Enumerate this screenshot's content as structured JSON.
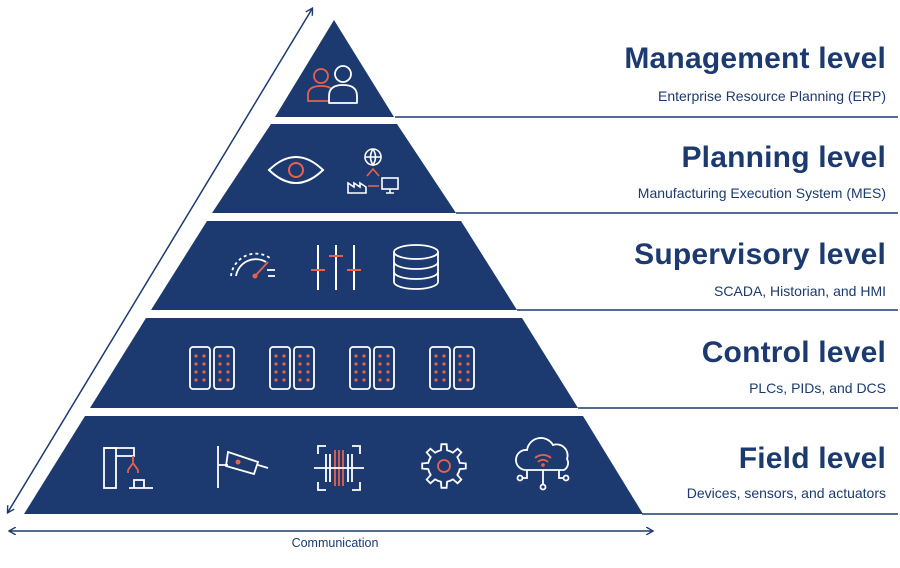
{
  "colors": {
    "band": "#1c3a70",
    "line": "#1c3a70",
    "icon_white": "#ffffff",
    "icon_accent": "#e8614d"
  },
  "levels": [
    {
      "title": "Management level",
      "subtitle": "Enterprise Resource Planning (ERP)",
      "icons": [
        "users-icon"
      ]
    },
    {
      "title": "Planning level",
      "subtitle": "Manufacturing Execution System (MES)",
      "icons": [
        "eye-icon",
        "network-icon"
      ]
    },
    {
      "title": "Supervisory level",
      "subtitle": "SCADA, Historian, and HMI",
      "icons": [
        "gauge-icon",
        "sliders-icon",
        "database-icon"
      ]
    },
    {
      "title": "Control level",
      "subtitle": "PLCs, PIDs, and DCS",
      "icons": [
        "plc-icon",
        "plc-icon",
        "plc-icon",
        "plc-icon"
      ]
    },
    {
      "title": "Field level",
      "subtitle": "Devices, sensors, and actuators",
      "icons": [
        "robot-arm-icon",
        "camera-icon",
        "barcode-icon",
        "gear-icon",
        "cloud-icon"
      ]
    }
  ],
  "axis": {
    "horizontal_label": "Communication"
  }
}
